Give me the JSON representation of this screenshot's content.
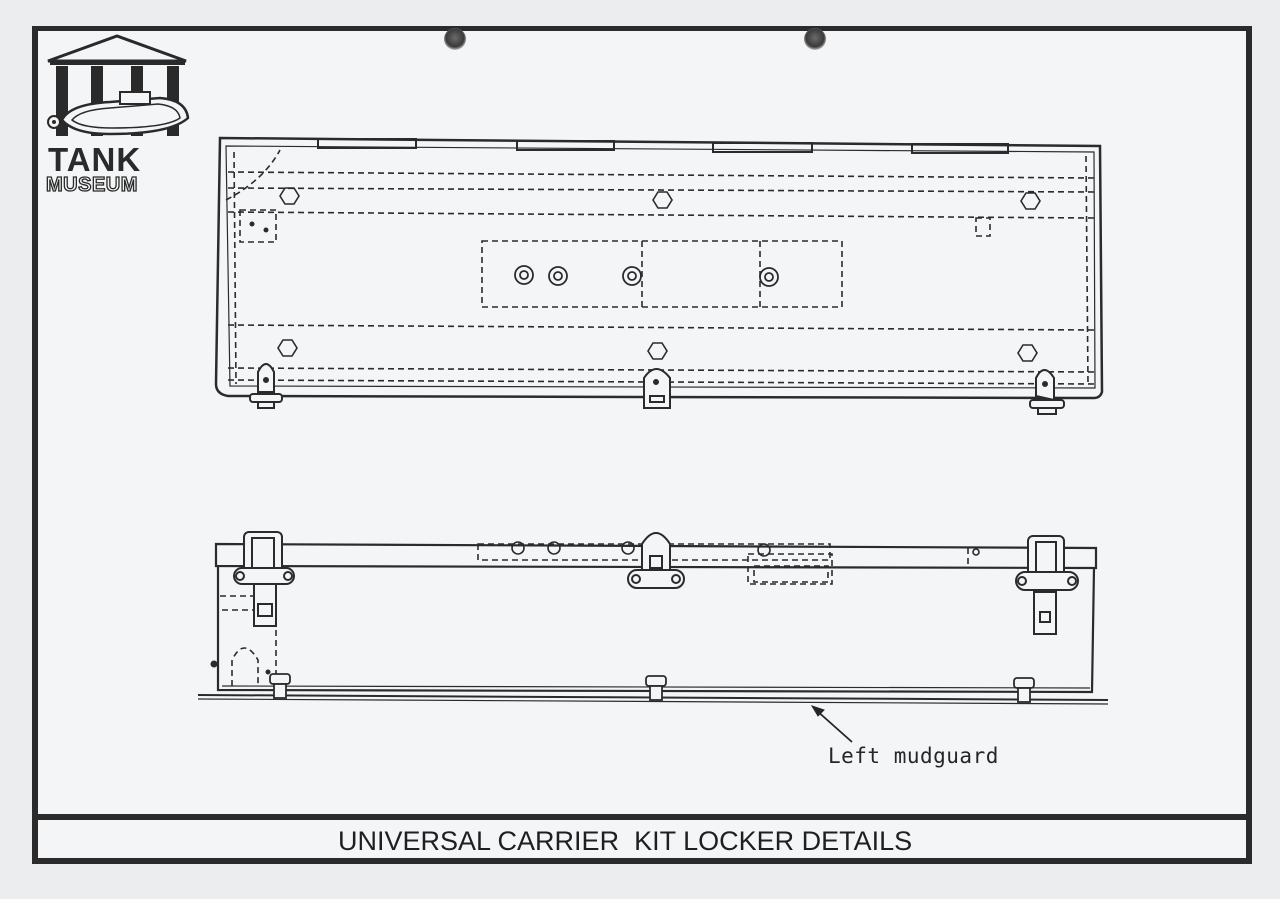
{
  "logo": {
    "line1": "TANK",
    "line2": "MUSEUM",
    "icon": "museum-building-with-tank-icon"
  },
  "drawing": {
    "callout_label": "Left mudguard"
  },
  "title": "UNIVERSAL CARRIER  KIT LOCKER DETAILS",
  "colors": {
    "ink": "#2b2b2b",
    "paper": "#f4f5f7",
    "background": "#ecedef"
  }
}
